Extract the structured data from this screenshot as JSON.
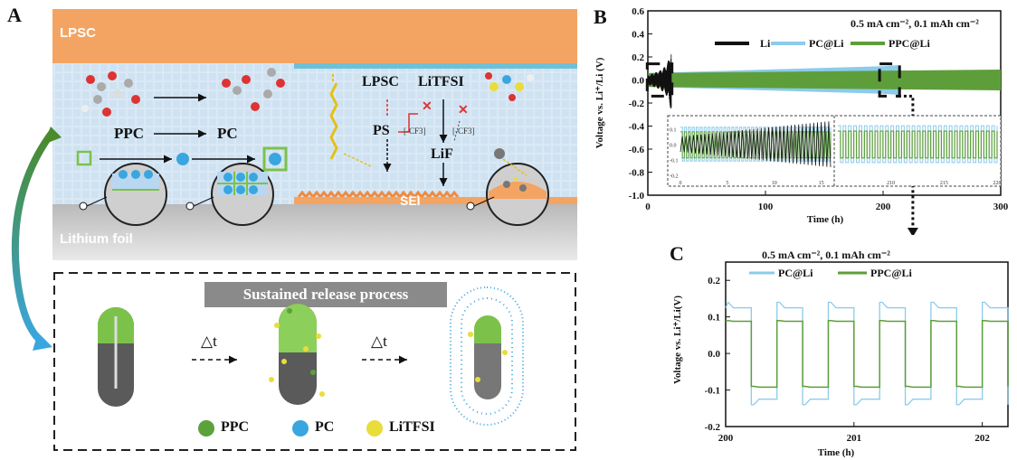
{
  "figure": {
    "panels": {
      "a": "A",
      "b": "B",
      "c": "C"
    }
  },
  "schematic": {
    "lpsc_layer": "LPSC",
    "lithium_foil": "Lithium foil",
    "sei": "SEI",
    "ppc": "PPC",
    "pc": "PC",
    "lpsc_text": "LPSC",
    "litfsi_text": "LiTFSI",
    "ps_text": "PS",
    "lif_text": "LiF",
    "cf3_a": "[-CF3]",
    "cf3_b": "[-CF3]",
    "release_title": "Sustained release process",
    "dt_1": "△t",
    "dt_2": "△t",
    "legend": [
      {
        "label": "PPC",
        "color": "#5aa23a"
      },
      {
        "label": "PC",
        "color": "#3aa6e0"
      },
      {
        "label": "LiTFSI",
        "color": "#e8dd3a"
      }
    ]
  },
  "chart_data": [
    {
      "type": "line",
      "panel": "B",
      "condition": "0.5 mA cm⁻², 0.1 mAh cm⁻²",
      "xlabel": "Time (h)",
      "ylabel": "Voltage vs. Li⁺/Li (V)",
      "xlim": [
        0,
        300
      ],
      "ylim": [
        -1.0,
        0.6
      ],
      "x_ticks": [
        0,
        100,
        200,
        300
      ],
      "y_ticks": [
        0.6,
        0.4,
        0.2,
        0.0,
        -0.2,
        -0.4,
        -0.6,
        -0.8,
        -1.0
      ],
      "y_tick_labels": [
        "0.6",
        "0.4",
        "0.2",
        "0.0",
        "-0.2",
        "-0.4",
        "-0.6",
        "-0.8",
        "-1.0"
      ],
      "legend": "top-right",
      "series": [
        {
          "name": "Li",
          "color": "#111111",
          "x": [
            0,
            5,
            10,
            15,
            18,
            20
          ],
          "amplitude": [
            0.04,
            0.06,
            0.08,
            0.12,
            0.18,
            0.28
          ]
        },
        {
          "name": "PC@Li",
          "color": "#8ccbec",
          "x": [
            0,
            100,
            200,
            215
          ],
          "amplitude": [
            0.06,
            0.09,
            0.12,
            0.13
          ]
        },
        {
          "name": "PPC@Li",
          "color": "#5e9e3a",
          "x": [
            0,
            100,
            200,
            300
          ],
          "amplitude": [
            0.06,
            0.07,
            0.08,
            0.09
          ]
        }
      ],
      "inset": {
        "left_segment": {
          "x_ticks": [
            0,
            5,
            10,
            15
          ],
          "xlim": [
            0,
            16
          ]
        },
        "right_segment": {
          "x_ticks": [
            210,
            215,
            220
          ],
          "xlim": [
            205,
            220
          ]
        },
        "y_ticks": [
          0.1,
          0.0,
          -0.1,
          -0.2
        ],
        "y_tick_labels": [
          "0.1",
          "0.0",
          "-0.1",
          "-0.2"
        ]
      }
    },
    {
      "type": "line",
      "panel": "C",
      "condition": "0.5 mA cm⁻², 0.1 mAh cm⁻²",
      "xlabel": "Time (h)",
      "ylabel": "Voltage vs. Li⁺/Li(V)",
      "xlim": [
        200,
        202.2
      ],
      "ylim": [
        -0.2,
        0.25
      ],
      "x_ticks": [
        200,
        201,
        202
      ],
      "y_ticks": [
        0.2,
        0.1,
        0.0,
        -0.1,
        -0.2
      ],
      "y_tick_labels": [
        "0.2",
        "0.1",
        "0.0",
        "-0.1",
        "-0.2"
      ],
      "legend": "top",
      "period_h": 0.4,
      "series": [
        {
          "name": "PC@Li",
          "color": "#8ccbec",
          "plateau_high": 0.125,
          "plateau_low": -0.125,
          "peak": 0.14
        },
        {
          "name": "PPC@Li",
          "color": "#5e9e3a",
          "plateau_high": 0.088,
          "plateau_low": -0.092,
          "peak": 0.09
        }
      ]
    }
  ]
}
